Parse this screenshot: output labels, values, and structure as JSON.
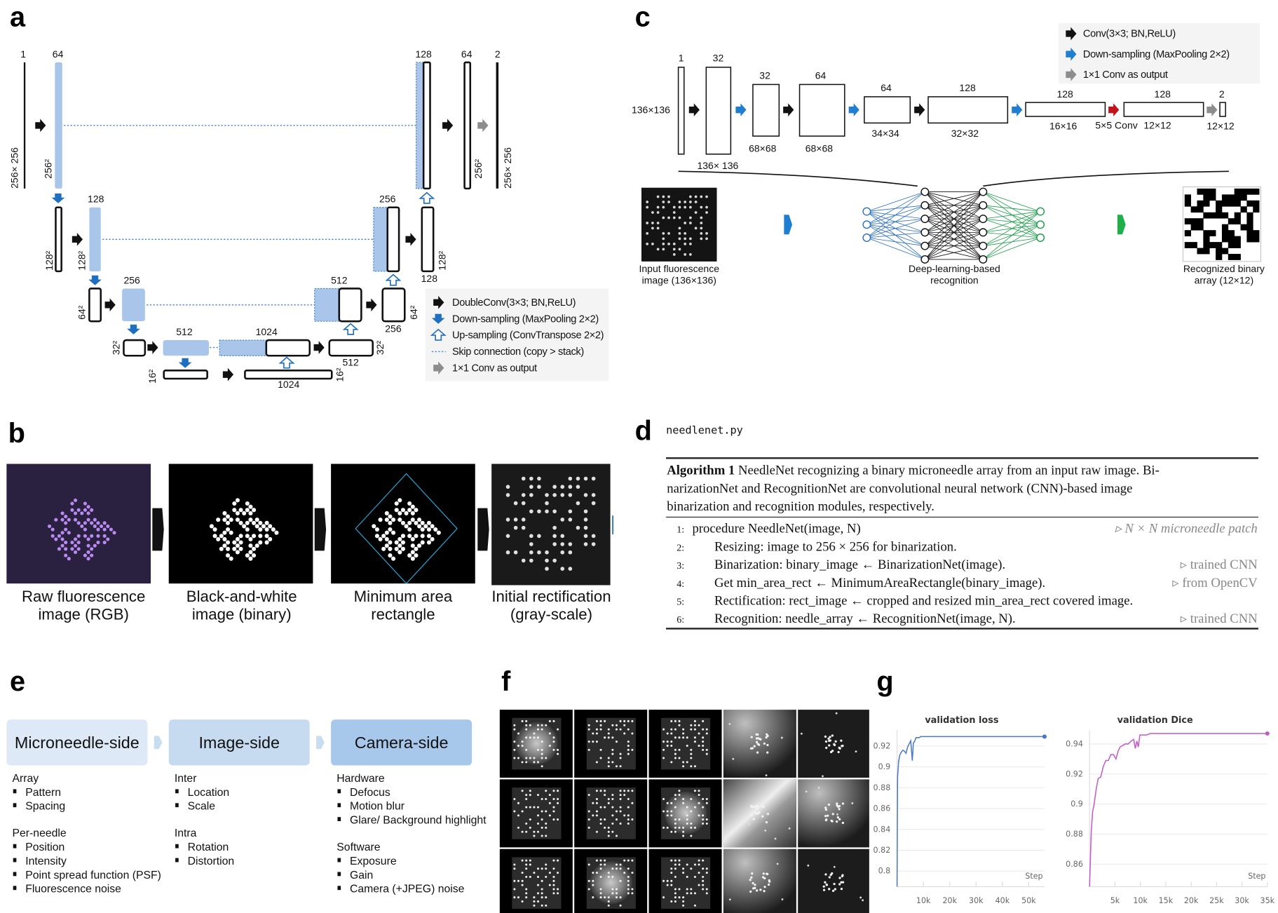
{
  "panel_labels": {
    "a": "a",
    "b": "b",
    "c": "c",
    "d": "d",
    "e": "e",
    "f": "f",
    "g": "g"
  },
  "panel_a": {
    "title": "U-Net binarization network",
    "top_channels": [
      "1",
      "64",
      "128",
      "64",
      "2"
    ],
    "row2_channels": [
      "128",
      "256"
    ],
    "row3_channels": [
      "256",
      "512"
    ],
    "row4_channels": [
      "512",
      "1024"
    ],
    "bottom_channels": "1024",
    "below_labels": {
      "row2_right": "128",
      "row3_right": "256",
      "row4_right": "512"
    },
    "size_labels": {
      "input": "256× 256",
      "r1": "256²",
      "r2a": "128²",
      "r2b": "128²",
      "r3": "64²",
      "r4": "32²",
      "r5": "16²",
      "out_r1": "256²",
      "output": "256× 256",
      "out_r2": "128²",
      "out_r3": "64²",
      "out_r4": "32²",
      "out_r5": "16²"
    },
    "legend": [
      {
        "icon": "black-right-arrow",
        "label": "DoubleConv(3×3; BN,ReLU)"
      },
      {
        "icon": "blue-down-arrow",
        "label": "Down-sampling (MaxPooling 2×2)"
      },
      {
        "icon": "outline-up-arrow",
        "label": "Up-sampling (ConvTranspose 2×2)"
      },
      {
        "icon": "dotted-arrow",
        "label": "Skip connection (copy > stack)"
      },
      {
        "icon": "gray-right-arrow",
        "label": "1×1 Conv as output"
      }
    ]
  },
  "panel_b": {
    "images": [
      {
        "caption_line1": "Raw fluorescence",
        "caption_line2": "image (RGB)"
      },
      {
        "caption_line1": "Black-and-white",
        "caption_line2": "image (binary)"
      },
      {
        "caption_line1": "Minimum area",
        "caption_line2": "rectangle"
      },
      {
        "caption_line1": "Initial rectification",
        "caption_line2": "(gray-scale)"
      }
    ]
  },
  "panel_c": {
    "channels": [
      "1",
      "32",
      "32",
      "64",
      "64",
      "128",
      "128",
      "128",
      "2"
    ],
    "sizes": {
      "input": "136×136",
      "s1": "136× 136",
      "s2": "68×68",
      "s3": "68×68",
      "s4": "34×34",
      "s5": "32×32",
      "s6": "16×16",
      "s7": "5×5 Conv",
      "s8": "12×12",
      "s9": "12×12"
    },
    "legend": [
      {
        "icon": "black-right-arrow",
        "label": "Conv(3×3; BN,ReLU)"
      },
      {
        "icon": "blue-right-arrow",
        "label": "Down-sampling (MaxPooling 2×2)"
      },
      {
        "icon": "gray-right-arrow",
        "label": "1×1 Conv as output"
      }
    ],
    "captions": {
      "input_1": "Input fluorescence",
      "input_2": "image (136×136)",
      "net_1": "Deep-learning-based",
      "net_2": "recognition",
      "out_1": "Recognized binary",
      "out_2": "array (12×12)"
    },
    "binary_array": [
      [
        0,
        0,
        1,
        1,
        1,
        0,
        0,
        0,
        1,
        1,
        1,
        1
      ],
      [
        1,
        0,
        0,
        1,
        1,
        0,
        1,
        1,
        1,
        1,
        0,
        0
      ],
      [
        1,
        0,
        1,
        1,
        0,
        1,
        1,
        1,
        1,
        0,
        1,
        1
      ],
      [
        0,
        1,
        1,
        0,
        0,
        1,
        0,
        0,
        0,
        1,
        0,
        1
      ],
      [
        0,
        0,
        0,
        1,
        1,
        1,
        1,
        0,
        1,
        0,
        1,
        0
      ],
      [
        1,
        1,
        1,
        0,
        0,
        0,
        0,
        1,
        1,
        0,
        1,
        0
      ],
      [
        0,
        1,
        1,
        0,
        0,
        0,
        1,
        0,
        0,
        1,
        1,
        0
      ],
      [
        1,
        0,
        0,
        1,
        1,
        0,
        1,
        1,
        0,
        0,
        1,
        1
      ],
      [
        0,
        0,
        0,
        1,
        0,
        0,
        1,
        1,
        1,
        0,
        1,
        1
      ],
      [
        1,
        1,
        0,
        1,
        1,
        1,
        0,
        1,
        1,
        0,
        0,
        0
      ],
      [
        0,
        0,
        1,
        1,
        0,
        1,
        1,
        0,
        0,
        0,
        0,
        0
      ],
      [
        0,
        0,
        0,
        0,
        0,
        1,
        0,
        1,
        1,
        0,
        0,
        0
      ]
    ]
  },
  "panel_d": {
    "filename": "needlenet.py",
    "algorithm_title": "Algorithm 1",
    "caption_line1": " NeedleNet recognizing a binary microneedle array from an input raw image. Bi-",
    "caption_line2": "narizationNet and RecognitionNet are convolutional neural network (CNN)-based image",
    "caption_line3": "binarization and recognition modules, respectively.",
    "lines": [
      {
        "num": "1:",
        "text": "procedure NeedleNet(image, N)",
        "comment": "▹ N × N microneedle patch"
      },
      {
        "num": "2:",
        "text": "Resizing: image to 256 × 256 for binarization.",
        "comment": ""
      },
      {
        "num": "3:",
        "text": "Binarization: binary_image ← BinarizationNet(image).",
        "comment": "▹ trained CNN"
      },
      {
        "num": "4:",
        "text": "Get min_area_rect ← MinimumAreaRectangle(binary_image).",
        "comment": "▹ from OpenCV"
      },
      {
        "num": "5:",
        "text": "Rectification: rect_image ← cropped and resized min_area_rect covered image.",
        "comment": ""
      },
      {
        "num": "6:",
        "text": "Recognition: needle_array ← RecognitionNet(image, N).",
        "comment": "▹ trained CNN"
      }
    ]
  },
  "panel_e": {
    "stages": [
      {
        "title": "Microneedle-side",
        "color": "#dde9f6",
        "groups": [
          {
            "heading": "Array",
            "items": [
              "Pattern",
              "Spacing"
            ]
          },
          {
            "heading": "Per-needle",
            "items": [
              "Position",
              "Intensity",
              "Point spread function (PSF)",
              "Fluorescence noise"
            ]
          }
        ]
      },
      {
        "title": "Image-side",
        "color": "#c6dbf0",
        "groups": [
          {
            "heading": "Inter",
            "items": [
              "Location",
              "Scale"
            ]
          },
          {
            "heading": "Intra",
            "items": [
              "Rotation",
              "Distortion"
            ]
          }
        ]
      },
      {
        "title": "Camera-side",
        "color": "#a7c8ea",
        "groups": [
          {
            "heading": "Hardware",
            "items": [
              "Defocus",
              "Motion blur",
              "Glare/ Background highlight"
            ]
          },
          {
            "heading": "Software",
            "items": [
              "Exposure",
              "Gain",
              "Camera (+JPEG) noise"
            ]
          }
        ]
      }
    ]
  },
  "panel_f": {
    "description": "3×5 grid of synthetic augmented fluorescence microneedle images",
    "rows": 3,
    "cols": 5
  },
  "chart_data": [
    {
      "type": "line",
      "title": "validation loss",
      "xlabel": "Step",
      "ylabel": "",
      "x_ticks": [
        "10k",
        "20k",
        "30k",
        "40k",
        "50k"
      ],
      "y_ticks": [
        "0.8",
        "0.82",
        "0.84",
        "0.86",
        "0.88",
        "0.9",
        "0.92"
      ],
      "xlim": [
        0,
        56000
      ],
      "ylim": [
        0.785,
        0.932
      ],
      "grid": true,
      "color": "#4a78c8",
      "series": [
        {
          "name": "validation loss",
          "x": [
            0,
            200,
            600,
            1000,
            1600,
            2200,
            2800,
            3400,
            4000,
            4600,
            5200,
            5800,
            6200,
            6600,
            7200,
            7800,
            8400,
            9000,
            10000,
            12000,
            15000,
            20000,
            30000,
            40000,
            50000,
            56000
          ],
          "y": [
            0.785,
            0.89,
            0.905,
            0.911,
            0.914,
            0.916,
            0.915,
            0.913,
            0.919,
            0.922,
            0.925,
            0.906,
            0.923,
            0.924,
            0.928,
            0.928,
            0.928,
            0.929,
            0.929,
            0.929,
            0.929,
            0.929,
            0.929,
            0.929,
            0.929,
            0.929
          ]
        }
      ]
    },
    {
      "type": "line",
      "title": "validation Dice",
      "xlabel": "Step",
      "ylabel": "",
      "x_ticks": [
        "5k",
        "10k",
        "15k",
        "20k",
        "25k",
        "30k",
        "35k"
      ],
      "y_ticks": [
        "0.86",
        "0.88",
        "0.9",
        "0.92",
        "0.94"
      ],
      "xlim": [
        0,
        35000
      ],
      "ylim": [
        0.845,
        0.947
      ],
      "grid": true,
      "color": "#c05bc8",
      "series": [
        {
          "name": "validation Dice",
          "x": [
            0,
            300,
            600,
            900,
            1300,
            1700,
            2200,
            2700,
            3200,
            3700,
            4200,
            4700,
            5200,
            5600,
            6000,
            6500,
            7000,
            7600,
            8200,
            8700,
            9000,
            9300,
            9600,
            9900,
            10200,
            10600,
            11200,
            12000,
            15000,
            20000,
            25000,
            30000,
            35000
          ],
          "y": [
            0.845,
            0.88,
            0.895,
            0.9,
            0.91,
            0.917,
            0.918,
            0.925,
            0.929,
            0.929,
            0.933,
            0.933,
            0.93,
            0.935,
            0.938,
            0.939,
            0.94,
            0.94,
            0.942,
            0.943,
            0.937,
            0.942,
            0.938,
            0.946,
            0.946,
            0.946,
            0.946,
            0.947,
            0.947,
            0.947,
            0.947,
            0.947,
            0.947
          ]
        }
      ]
    }
  ]
}
